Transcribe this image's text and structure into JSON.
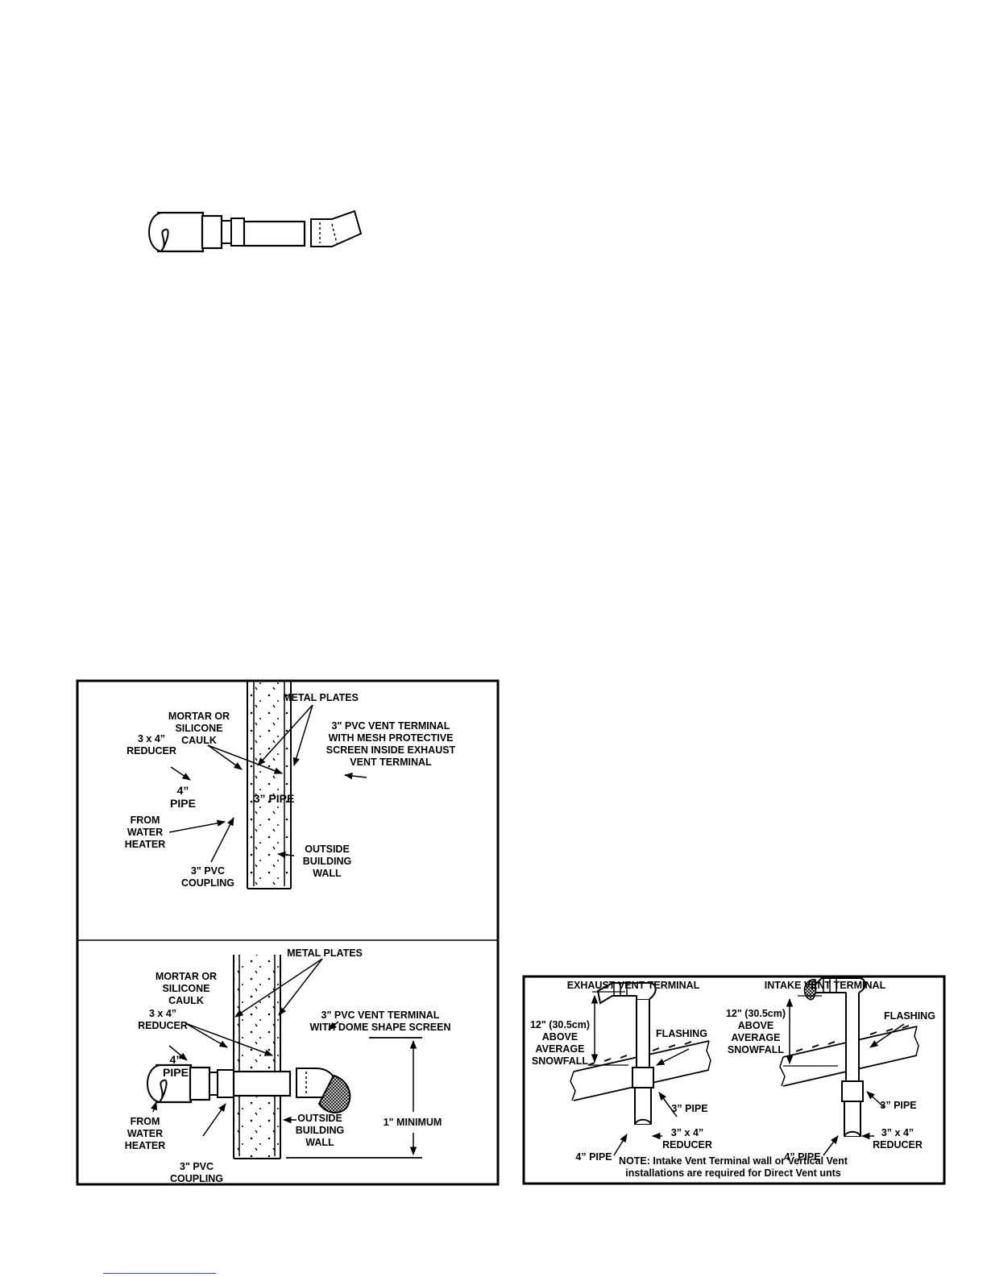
{
  "figure_left": {
    "top": {
      "metal_plates": "METAL PLATES",
      "mortar": [
        "MORTAR OR",
        "SILICONE",
        "CAULK"
      ],
      "terminal": [
        "3\" PVC VENT TERMINAL",
        "WITH MESH PROTECTIVE",
        "SCREEN INSIDE EXHAUST",
        "VENT TERMINAL"
      ],
      "reducer": [
        "3 x 4”",
        "REDUCER"
      ],
      "pipe4": [
        "4”",
        "PIPE"
      ],
      "pipe3": "3” PIPE",
      "from_heater": [
        "FROM",
        "WATER",
        "HEATER"
      ],
      "coupling": [
        "3\" PVC",
        "COUPLING"
      ],
      "outside_wall": [
        "OUTSIDE",
        "BUILDING",
        "WALL"
      ]
    },
    "bottom": {
      "metal_plates": "METAL PLATES",
      "mortar": [
        "MORTAR OR",
        "SILICONE",
        "CAULK"
      ],
      "terminal": [
        "3\" PVC VENT TERMINAL",
        "WITH DOME SHAPE SCREEN"
      ],
      "reducer": [
        "3 x 4”",
        "REDUCER"
      ],
      "pipe4": [
        "4”",
        "PIPE"
      ],
      "from_heater": [
        "FROM",
        "WATER",
        "HEATER"
      ],
      "coupling": [
        "3\" PVC",
        "COUPLING"
      ],
      "outside_wall": [
        "OUTSIDE",
        "BUILDING",
        "WALL"
      ],
      "minimum": "1\" MINIMUM"
    }
  },
  "figure_right": {
    "exhaust_title": "EXHAUST VENT TERMINAL",
    "intake_title": "INTAKE VENT TERMINAL",
    "snowfall": [
      "12\" (30.5cm)",
      "ABOVE",
      "AVERAGE",
      "SNOWFALL"
    ],
    "flashing": "FLASHING",
    "pipe3": "3” PIPE",
    "reducer": [
      "3” x 4”",
      "REDUCER"
    ],
    "pipe4": "4” PIPE",
    "note": [
      "NOTE: Intake Vent Terminal wall or Vertical Vent",
      "installations are required for Direct Vent unts"
    ]
  }
}
